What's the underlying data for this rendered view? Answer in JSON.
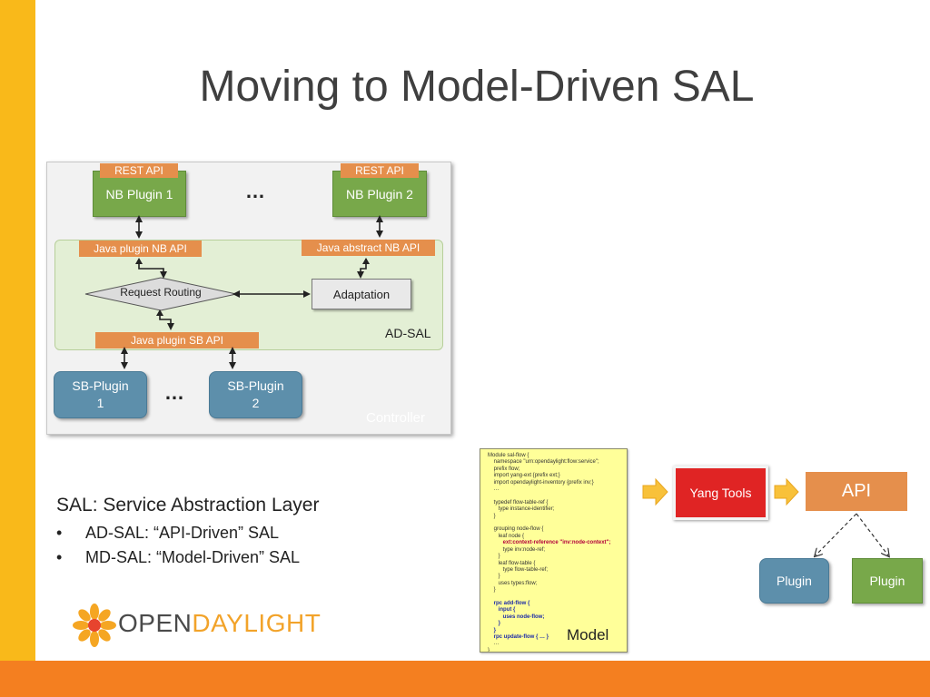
{
  "slide": {
    "title": "Moving to Model-Driven SAL",
    "colors": {
      "left_bar": "#f9b91a",
      "bottom_bar": "#f47f20",
      "green": "#78a84a",
      "orange": "#e58f4c",
      "blue": "#5d8fab",
      "red": "#e02424",
      "yellow": "#ffff99"
    }
  },
  "ad_sal_diagram": {
    "container_label": "Controller",
    "nb_plugin_1": {
      "label": "NB Plugin 1",
      "tag": "REST API"
    },
    "nb_plugin_2": {
      "label": "NB Plugin 2",
      "tag": "REST API"
    },
    "nb_ellipsis": "…",
    "region_label": "AD-SAL",
    "java_plugin_nb_api": "Java plugin NB API",
    "java_abstract_nb_api": "Java abstract NB API",
    "request_routing": "Request Routing",
    "adaptation": "Adaptation",
    "java_plugin_sb_api": "Java plugin SB API",
    "sb_plugin_1": "SB-Plugin 1",
    "sb_plugin_2": "SB-Plugin 2",
    "sb_ellipsis": "…"
  },
  "sal_text": {
    "heading": "SAL: Service Abstraction Layer",
    "bullets": [
      {
        "marker": "•",
        "text": "AD-SAL: “API-Driven” SAL"
      },
      {
        "marker": "•",
        "text": "MD-SAL: “Model-Driven” SAL"
      }
    ]
  },
  "logo": {
    "part1": "OPEN",
    "part2": "DAYLIGHT"
  },
  "md_sal_diagram": {
    "model_label": "Model",
    "model_code": [
      {
        "t": "Module sal-flow {"
      },
      {
        "t": "    namespace \"urn:opendaylight:flow:service\";"
      },
      {
        "t": "    prefix flow;"
      },
      {
        "t": "    import yang-ext {prefix ext;}"
      },
      {
        "t": "    import opendaylight-inventory {prefix inv;}"
      },
      {
        "t": "    …"
      },
      {
        "t": ""
      },
      {
        "t": "    typedef flow-table-ref {"
      },
      {
        "t": "       type instance-identifier;"
      },
      {
        "t": "    }"
      },
      {
        "t": ""
      },
      {
        "t": "    grouping node-flow {"
      },
      {
        "t": "       leaf node {"
      },
      {
        "t": "          ext:context-reference \"inv:node-context\";",
        "style": "red"
      },
      {
        "t": "          type inv:node-ref;"
      },
      {
        "t": "       }"
      },
      {
        "t": "       leaf flow-table {"
      },
      {
        "t": "          type flow-table-ref;"
      },
      {
        "t": "       }"
      },
      {
        "t": "       uses types:flow;"
      },
      {
        "t": "    }"
      },
      {
        "t": ""
      },
      {
        "t": "    rpc add-flow {",
        "style": "blue"
      },
      {
        "t": "       input {",
        "style": "blue"
      },
      {
        "t": "          uses node-flow;",
        "style": "blue"
      },
      {
        "t": "       }",
        "style": "blue"
      },
      {
        "t": "    }",
        "style": "blue"
      },
      {
        "t": "    rpc update-flow { … }",
        "style": "blue"
      },
      {
        "t": "    …"
      },
      {
        "t": "}"
      }
    ],
    "yang_tools": "Yang Tools",
    "api": "API",
    "plugin_left": "Plugin",
    "plugin_right": "Plugin"
  }
}
